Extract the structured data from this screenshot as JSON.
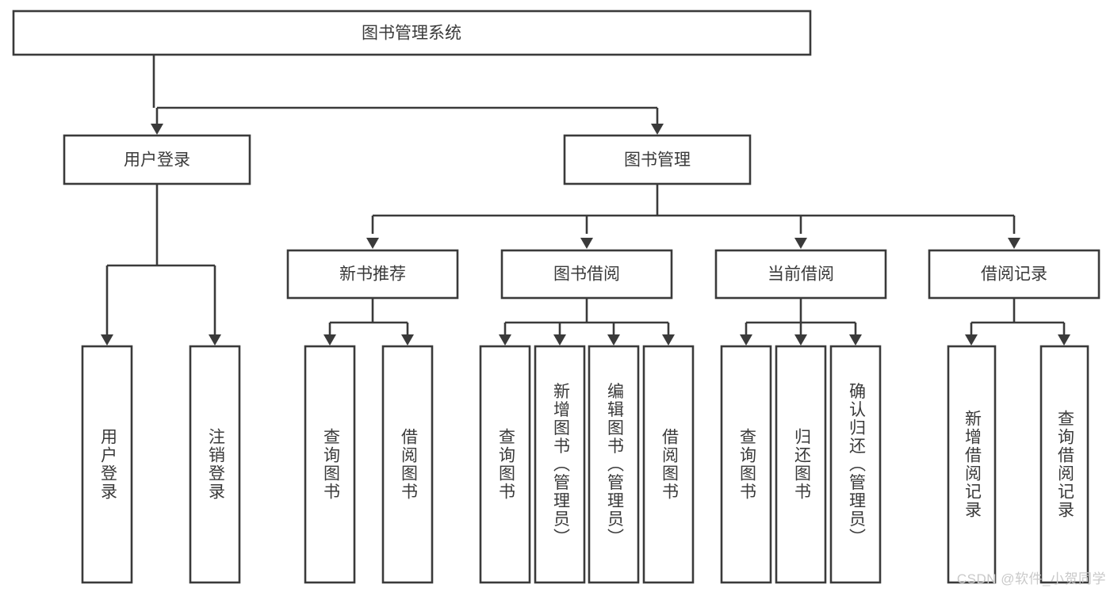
{
  "diagram": {
    "type": "tree",
    "title": "图书管理系统",
    "orientation": "top-down",
    "colors": {
      "box_stroke": "#3a3a3a",
      "box_fill": "#ffffff",
      "connector": "#3a3a3a",
      "text": "#3a3a3a",
      "background": "#ffffff",
      "watermark": "#c9c9c9"
    },
    "levels": {
      "root": {
        "label": "图书管理系统"
      },
      "level2": [
        {
          "label": "用户登录"
        },
        {
          "label": "图书管理"
        }
      ],
      "level3": [
        {
          "label": "新书推荐"
        },
        {
          "label": "图书借阅"
        },
        {
          "label": "当前借阅"
        },
        {
          "label": "借阅记录"
        }
      ],
      "level4": {
        "user_login_children": [
          {
            "label": "用户登录"
          },
          {
            "label": "注销登录"
          }
        ],
        "new_book_children": [
          {
            "label": "查询图书"
          },
          {
            "label": "借阅图书"
          }
        ],
        "borrow_children": [
          {
            "label": "查询图书"
          },
          {
            "label": "新增图书（管理员）"
          },
          {
            "label": "编辑图书（管理员）"
          },
          {
            "label": "借阅图书"
          }
        ],
        "current_borrow_children": [
          {
            "label": "查询图书"
          },
          {
            "label": "归还图书"
          },
          {
            "label": "确认归还（管理员）"
          }
        ],
        "record_children": [
          {
            "label": "新增借阅记录"
          },
          {
            "label": "查询借阅记录"
          }
        ]
      }
    }
  },
  "watermark": {
    "text": "CSDN @软件_小贺同学"
  }
}
